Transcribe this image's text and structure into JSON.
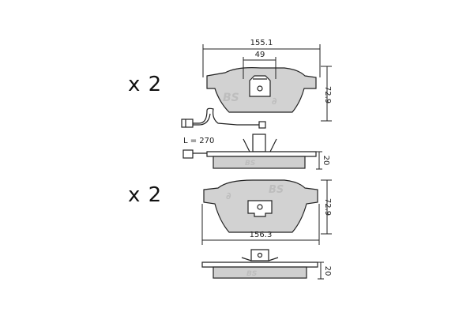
{
  "quantities": {
    "top": "x 2",
    "bottom": "x 2"
  },
  "dimensions": {
    "top_width": "155.1",
    "clip_width": "49",
    "top_height": "72.9",
    "wire_length": "L = 270",
    "top_thickness": "20",
    "bottom_height": "72.9",
    "bottom_width": "156.3",
    "bottom_thickness": "20"
  },
  "colors": {
    "friction_material": "#d2d2d2",
    "outline": "#222222"
  }
}
